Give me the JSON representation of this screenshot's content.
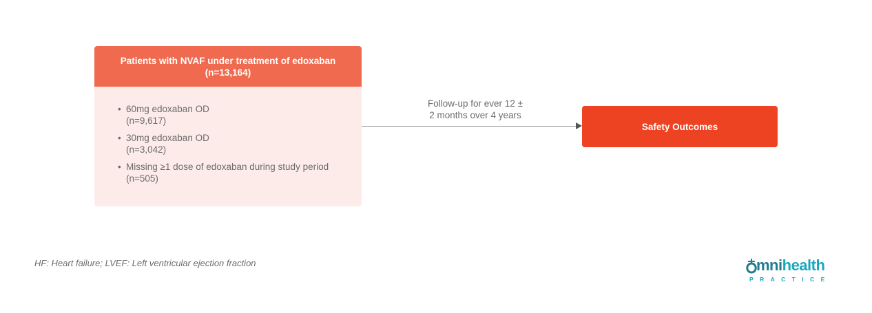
{
  "source_box": {
    "title_line1": "Patients with NVAF under treatment of edoxaban",
    "title_line2": "(n=13,164)",
    "items": [
      {
        "line1": "60mg edoxaban OD",
        "line2": "(n=9,617)"
      },
      {
        "line1": "30mg edoxaban OD",
        "line2": "(n=3,042)"
      },
      {
        "line1": "Missing ≥1 dose of edoxaban during study period",
        "line2": "(n=505)"
      }
    ],
    "bullet": "•"
  },
  "connector": {
    "label_line1": "Follow-up for ever 12 ±",
    "label_line2": "2 months over 4 years"
  },
  "target_box": {
    "label": "Safety Outcomes"
  },
  "footnote": "HF: Heart failure; LVEF: Left ventricular ejection fraction",
  "logo": {
    "main_a": "mni",
    "main_b": "health",
    "sub": "PRACTICE",
    "icon": "omni-plus-o-icon"
  },
  "colors": {
    "header": "#ef6a4e",
    "body": "#fdebe9",
    "target": "#ee4322",
    "logo_dark": "#1f7b8e",
    "logo_light": "#1aa7be"
  }
}
